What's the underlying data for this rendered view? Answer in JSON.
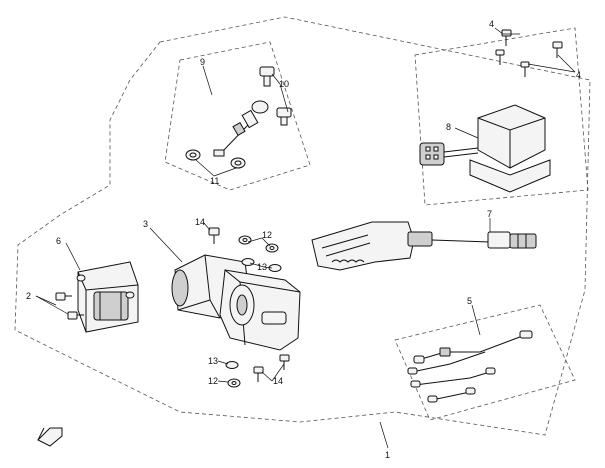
{
  "callouts": {
    "c1": "1",
    "c2": "2",
    "c3": "3",
    "c4a": "4",
    "c4b": "4",
    "c5": "5",
    "c6": "6",
    "c7": "7",
    "c8": "8",
    "c9": "9",
    "c10": "10",
    "c11": "11",
    "c12a": "12",
    "c12b": "12",
    "c13a": "13",
    "c13b": "13",
    "c14a": "14",
    "c14b": "14"
  },
  "colors": {
    "ink": "#111111",
    "outline": "#555555",
    "background": "#ffffff"
  },
  "icons": {
    "front_arrow": "arrow-front-icon"
  }
}
